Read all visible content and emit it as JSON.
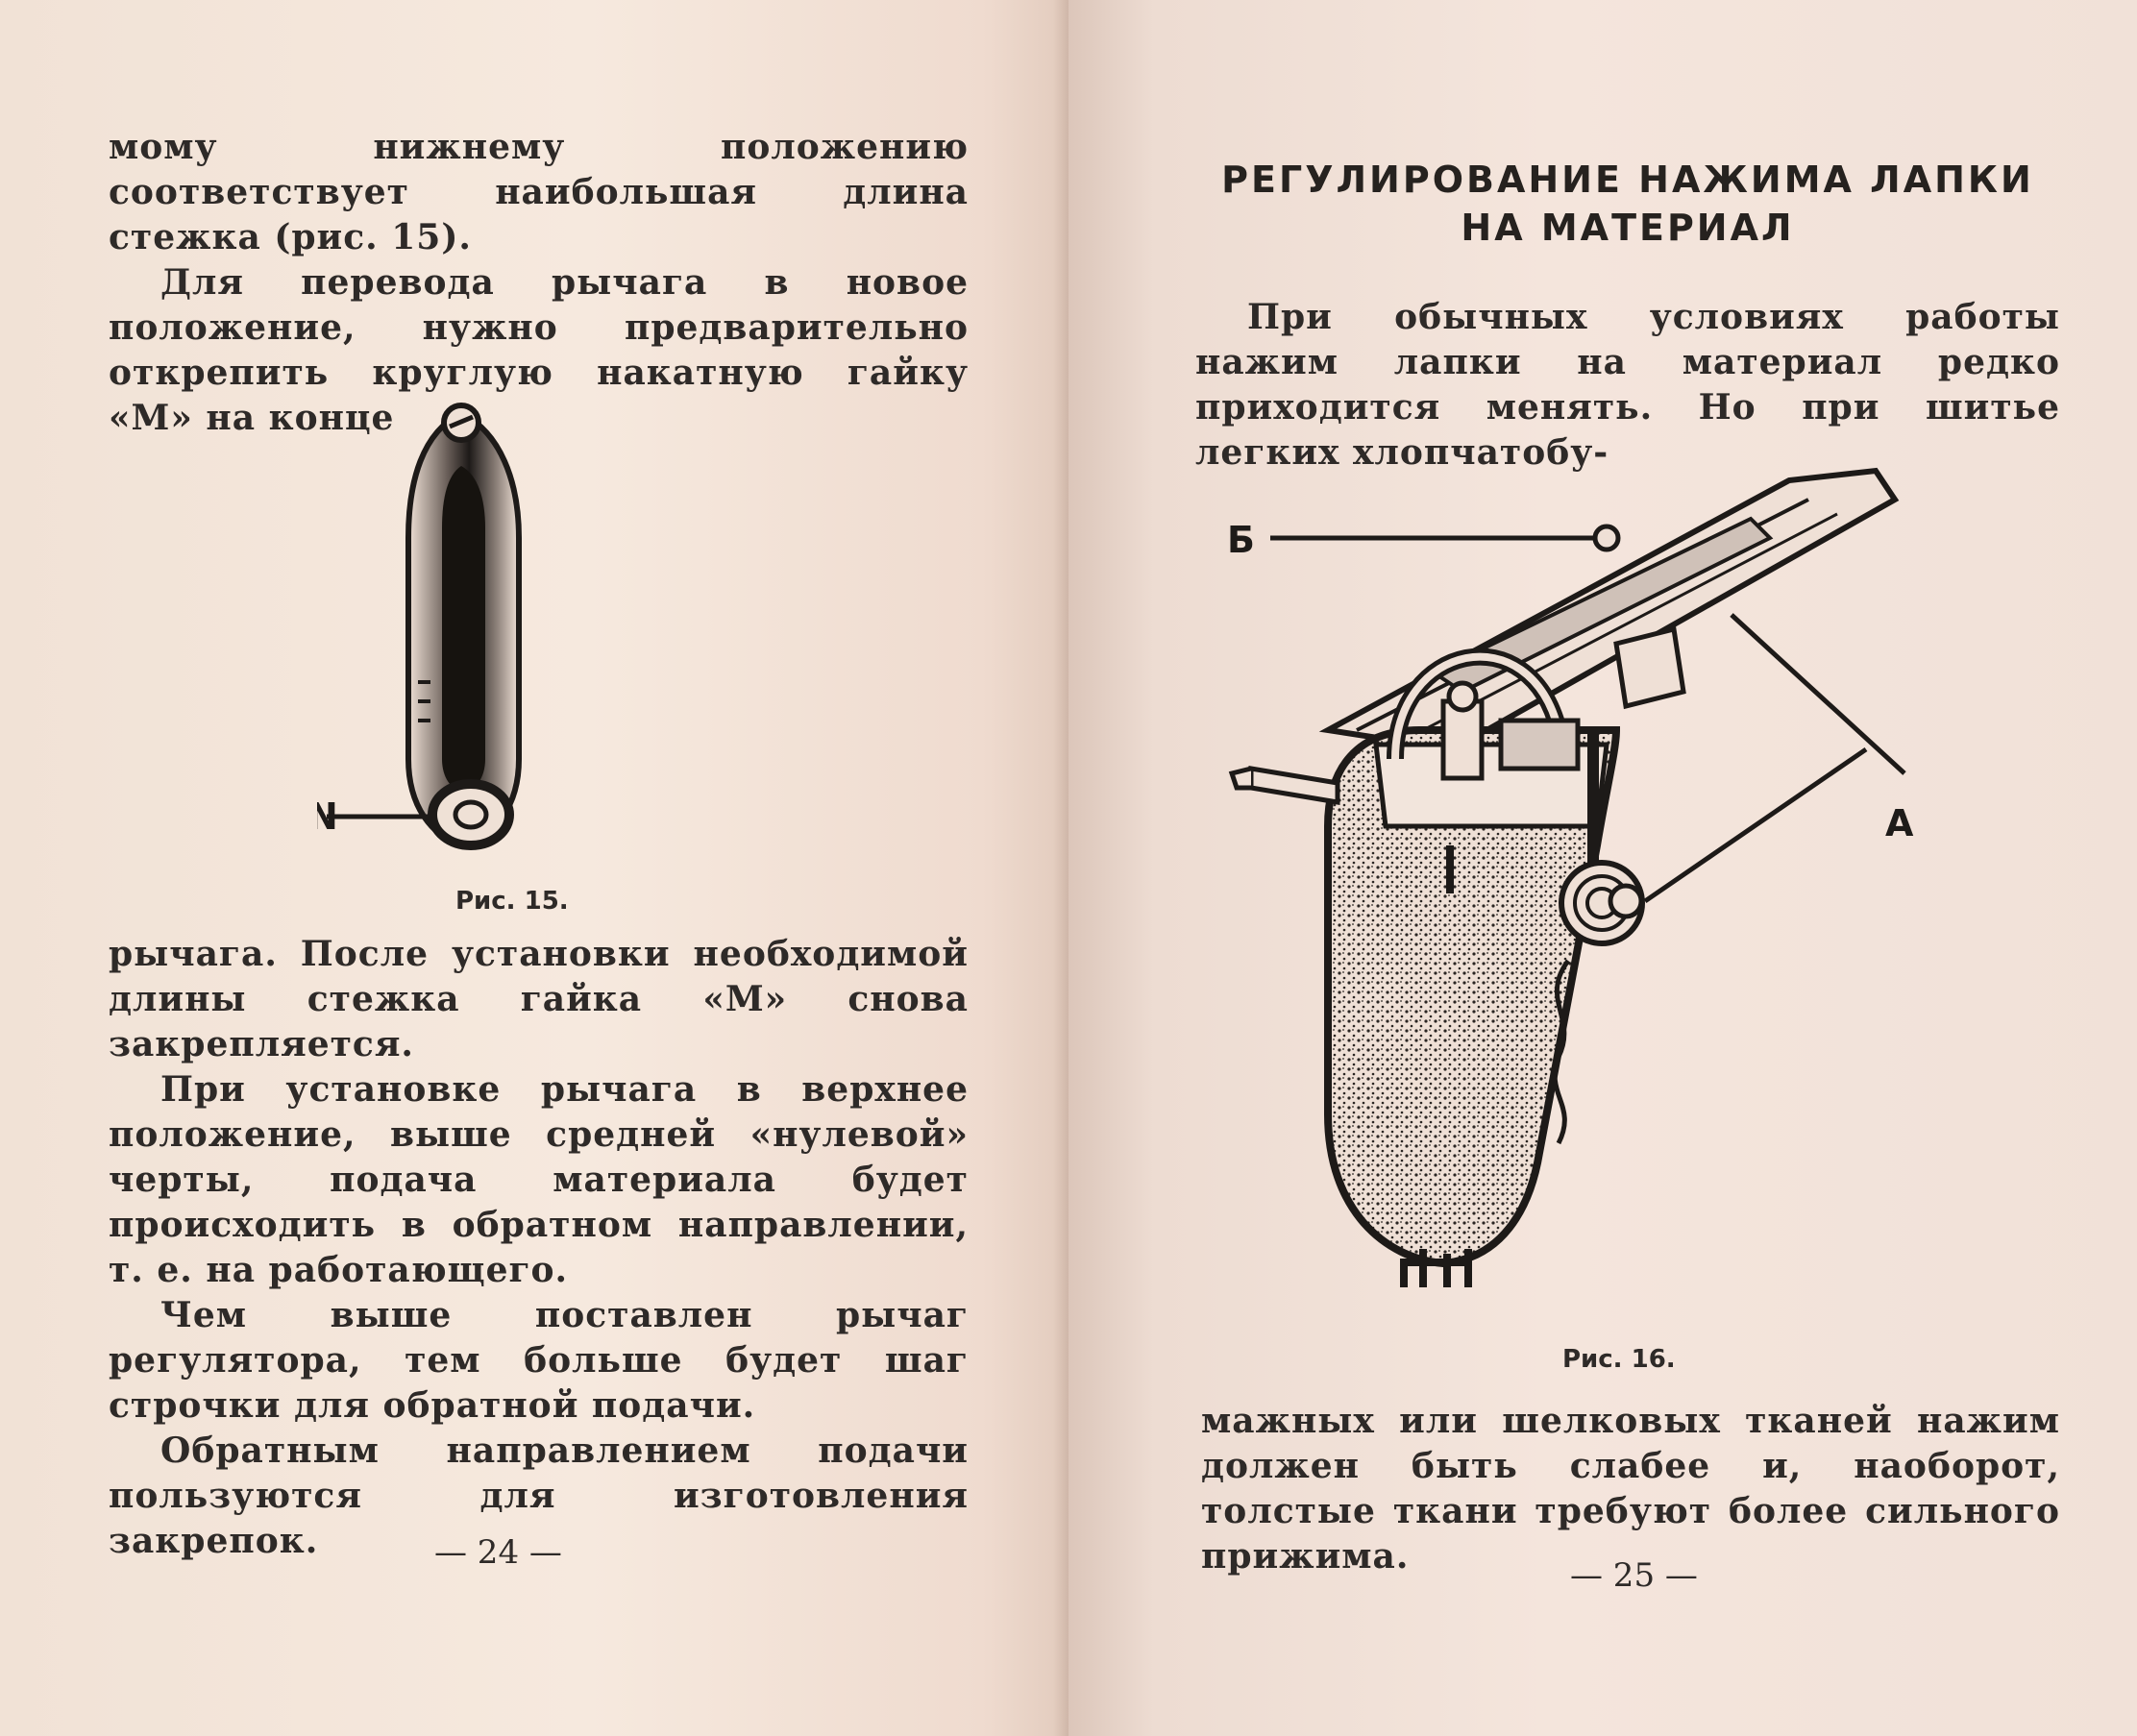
{
  "left_page": {
    "paragraphs_top": [
      "мому нижнему положению соответствует наибольшая длина стежка (рис. 15).",
      "Для перевода рычага в новое положение, нужно предварительно открепить круглую накатную гайку «М» на конце"
    ],
    "figure": {
      "label": "N",
      "caption": "Рис. 15."
    },
    "paragraphs_bottom": [
      "рычага. После установки необходимой длины стежка гайка «М» снова закрепляется.",
      "При установке рычага в верхнее положение, выше средней «нулевой» черты, подача материала будет происходить в обратном направлении, т. е. на работающего.",
      "Чем выше поставлен рычаг регулятора, тем больше будет шаг строчки для обратной подачи.",
      "Обратным направлением подачи пользуются для изготовления закрепок."
    ],
    "page_number": "— 24 —"
  },
  "right_page": {
    "heading_line1": "РЕГУЛИРОВАНИЕ НАЖИМА ЛАПКИ",
    "heading_line2": "НА МАТЕРИАЛ",
    "intro_paragraph": "При обычных условиях работы нажим лапки на материал редко приходится менять. Но при шитье легких хлопчатобу-",
    "figure": {
      "label_b": "Б",
      "label_a": "А",
      "caption": "Рис. 16."
    },
    "paragraph_bottom": "мажных или шелковых тканей нажим должен быть слабее и, наоборот, толстые ткани требуют более сильного прижима.",
    "page_number": "— 25 —"
  }
}
